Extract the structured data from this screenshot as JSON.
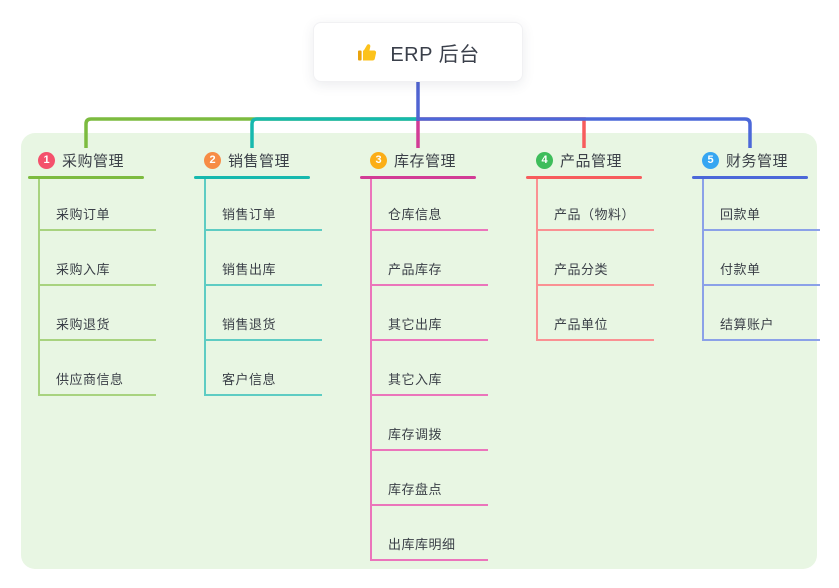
{
  "root": {
    "title": "ERP 后台",
    "icon": "thumbs-up-icon",
    "icon_colors": {
      "hand": "#fcc21b",
      "cuff": "#e9a30e"
    }
  },
  "canvas": {
    "panel_bg": "#e8f6e3",
    "root_connector_color": "#5064d2",
    "text_color": "#3b4048"
  },
  "branches": [
    {
      "index": "1",
      "title": "采购管理",
      "badge_color": "#f4516c",
      "line_color": "#7cbb3f",
      "child_line_color": "#a8d37f",
      "children": [
        "采购订单",
        "采购入库",
        "采购退货",
        "供应商信息"
      ]
    },
    {
      "index": "2",
      "title": "销售管理",
      "badge_color": "#f78c45",
      "line_color": "#16b9ae",
      "child_line_color": "#5eccc3",
      "children": [
        "销售订单",
        "销售出库",
        "销售退货",
        "客户信息"
      ]
    },
    {
      "index": "3",
      "title": "库存管理",
      "badge_color": "#fbae17",
      "line_color": "#d23c96",
      "child_line_color": "#eb75bb",
      "children": [
        "仓库信息",
        "产品库存",
        "其它出库",
        "其它入库",
        "库存调拨",
        "库存盘点",
        "出库库明细"
      ]
    },
    {
      "index": "4",
      "title": "产品管理",
      "badge_color": "#3ebd5b",
      "line_color": "#f75c5d",
      "child_line_color": "#fa9193",
      "children": [
        "产品（物料）",
        "产品分类",
        "产品单位"
      ]
    },
    {
      "index": "5",
      "title": "财务管理",
      "badge_color": "#36a6f2",
      "line_color": "#4c68d9",
      "child_line_color": "#8ba1e8",
      "children": [
        "回款单",
        "付款单",
        "结算账户"
      ]
    }
  ]
}
